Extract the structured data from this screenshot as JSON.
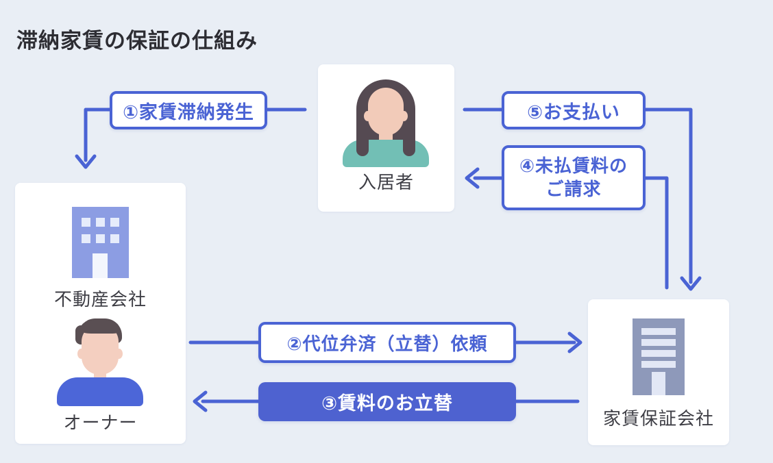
{
  "title": "滞納家賃の保証の仕組み",
  "cards": {
    "tenant": {
      "label": "入居者"
    },
    "left": {
      "company_label": "不動産会社",
      "owner_label": "オーナー"
    },
    "guarantor": {
      "label": "家賃保証会社"
    }
  },
  "steps": {
    "step1": "①家賃滞納発生",
    "step2": "②代位弁済（立替）依頼",
    "step3": "③賃料のお立替",
    "step4": "④未払賃料の\nご請求",
    "step5": "⑤お支払い"
  },
  "colors": {
    "background": "#e9eef5",
    "accent_blue": "#4a63d4",
    "step3_fill": "#4e62d0",
    "card": "#ffffff",
    "building_left": "#8c9de3",
    "building_right": "#8e99ba",
    "tenant_shirt": "#72bfb5",
    "owner_shirt": "#4c66d8"
  }
}
